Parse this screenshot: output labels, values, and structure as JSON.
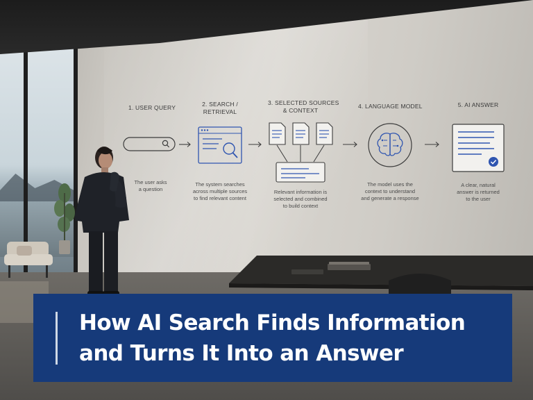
{
  "diagram": {
    "steps": [
      {
        "title_lines": [
          "1. USER QUERY"
        ],
        "desc_lines": [
          "The user asks",
          "a question"
        ]
      },
      {
        "title_lines": [
          "2. SEARCH /",
          "RETRIEVAL"
        ],
        "desc_lines": [
          "The system searches",
          "across multiple sources",
          "to find relevant content"
        ]
      },
      {
        "title_lines": [
          "3. SELECTED SOURCES",
          "& CONTEXT"
        ],
        "desc_lines": [
          "Relevant information is",
          "selected and combined",
          "to build context"
        ]
      },
      {
        "title_lines": [
          "4. LANGUAGE MODEL"
        ],
        "desc_lines": [
          "The model uses the",
          "context to understand",
          "and generate a response"
        ]
      },
      {
        "title_lines": [
          "5. AI ANSWER"
        ],
        "desc_lines": [
          "A clear, natural",
          "answer is returned",
          "to the user"
        ]
      }
    ]
  },
  "banner": {
    "title_lines": [
      "How AI Search Finds Information",
      "and Turns It Into an Answer"
    ]
  },
  "colors": {
    "banner_bg": "#163a7a",
    "banner_text": "#ffffff",
    "diagram_accent": "#2f55b0",
    "diagram_ink": "#3a3a3a"
  },
  "icons": [
    "search-bar-icon",
    "browser-search-icon",
    "document-icon",
    "context-box-icon",
    "brain-icon",
    "answer-card-icon",
    "checkmark-icon",
    "arrow-right-icon"
  ]
}
